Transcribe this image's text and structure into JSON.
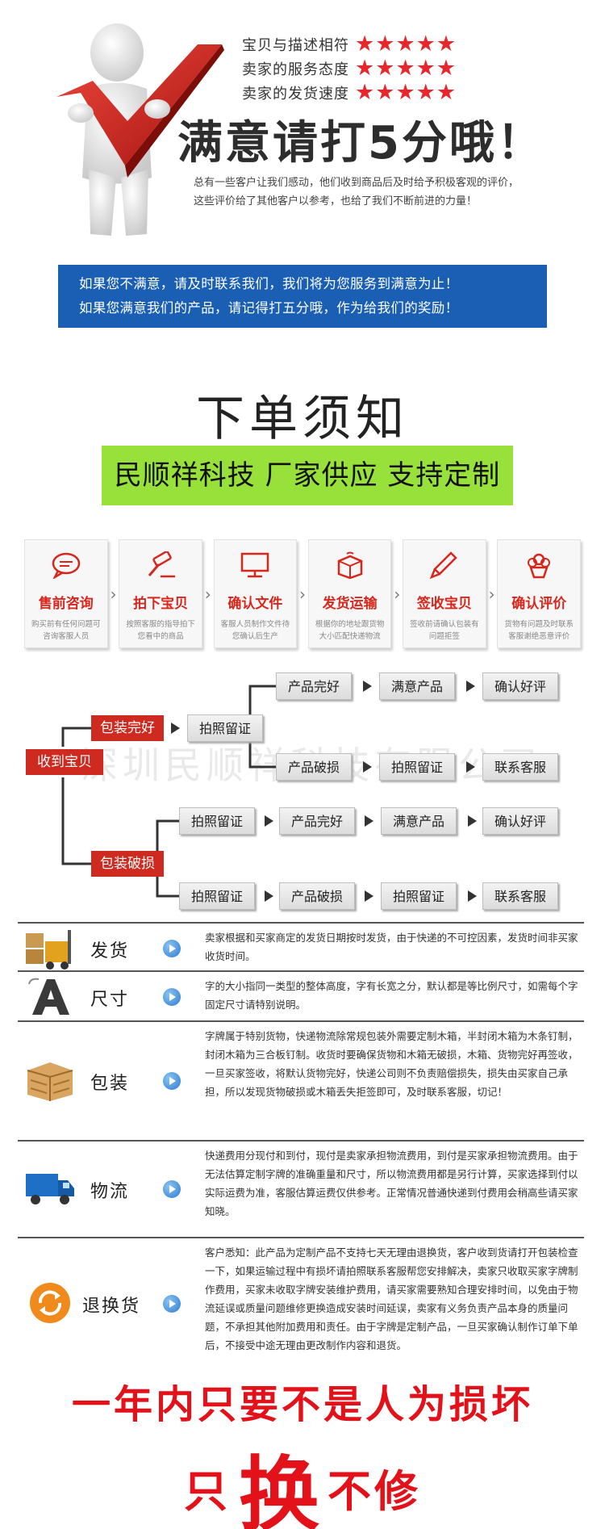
{
  "rating": {
    "rows": [
      {
        "label": "宝贝与描述相符",
        "stars": 5
      },
      {
        "label": "卖家的服务态度",
        "stars": 5
      },
      {
        "label": "卖家的发货速度",
        "stars": 5
      }
    ],
    "title": "满意请打5分哦！",
    "description": "总有一些客户让我们感动，他们收到商品后及时给予积极客观的评价，这些评价给了其他客户以参考，也给了我们不断前进的力量！",
    "star_color": "#e8262b"
  },
  "blue_banner": {
    "line1": "如果您不满意，请及时联系我们，我们将为您服务到满意为止！",
    "line2": "如果您满意我们的产品，请记得打五分哦，作为给我们的奖励！",
    "color": "#1a5fb4"
  },
  "notice": {
    "title": "下单须知",
    "green_banner": "民顺祥科技  厂家供应 支持定制",
    "green_color": "#98e03a"
  },
  "steps": [
    {
      "title": "售前咨询",
      "desc": "购买前有任何问题可咨询客服人员",
      "icon": "chat-bubble-icon"
    },
    {
      "title": "拍下宝贝",
      "desc": "按照客服的指导拍下您看中的商品",
      "icon": "auction-hammer-icon"
    },
    {
      "title": "确认文件",
      "desc": "客服人员制作文件待您确认后生产",
      "icon": "monitor-icon"
    },
    {
      "title": "发货运输",
      "desc": "根据你的地址跟货物大小匹配快递物流",
      "icon": "package-box-icon"
    },
    {
      "title": "签收宝贝",
      "desc": "签收前请确认包装有问题拒签",
      "icon": "pen-sign-icon"
    },
    {
      "title": "确认评价",
      "desc": "货物有问题及时联系客服谢绝恶意评价",
      "icon": "flower-gift-icon"
    }
  ],
  "flow": {
    "root": "收到宝贝",
    "branch_ok": "包装完好",
    "branch_bad": "包装破损",
    "photo": "拍照留证",
    "product_ok": "产品完好",
    "product_bad": "产品破损",
    "satisfied": "满意产品",
    "good_review": "确认好评",
    "contact": "联系客服",
    "watermark": "深圳民顺祥科技有限公司"
  },
  "info": [
    {
      "label": "发货",
      "icon": "forklift-boxes-icon",
      "text": "卖家根据和买家商定的发货日期按时发货，由于快递的不可控因素，发货时间非买家收货时间。"
    },
    {
      "label": "尺寸",
      "icon": "letter-a-icon",
      "text": "字的大小指同一类型的整体高度，字有长宽之分，默认都是等比例尺寸，如需每个字固定尺寸请特别说明。"
    },
    {
      "label": "包装",
      "icon": "wooden-crate-icon",
      "text": "字牌属于特别货物，快递物流除常规包装外需要定制木箱，半封闭木箱为木条钉制，封闭木箱为三合板钉制。收货时要确保货物和木箱无破损，木箱、货物完好再签收，一旦买家签收，将默认货物完好，快递公司则不负责赔偿损失，损失由买家自己承担，所以发现货物破损或木箱丢失拒签即可，及时联系客服，切记！"
    },
    {
      "label": "物流",
      "icon": "delivery-truck-icon",
      "text": "快递费用分现付和到付，现付是卖家承担物流费用，到付是买家承担物流费用。由于无法估算定制字牌的准确重量和尺寸，所以物流费用都是另行计算，买家选择到付以实际运费为准，客服估算运费仅供参考。正常情况普通快递到付费用会稍高些请买家知晓。"
    },
    {
      "label": "退换货",
      "icon": "refresh-circle-icon",
      "text": "客户悉知：此产品为定制产品不支持七天无理由退换货，客户收到货请打开包装检查一下，如果运输过程中有损坏请拍照联系客服帮您安排解决，卖家只收取买家字牌制作费用，买家未收取字牌安装维护费用，请买家需要熟知合理安排时间，以免由于物流延误或质量问题维修更换造成安装时间延误，卖家有义务负责产品本身的质量问题，不承担其他附加费用和责任。由于字牌是定制产品，一旦买家确认制作订单下单后，不接受中途无理由更改制作内容和退货。"
    }
  ],
  "bottom": {
    "line1": "一年内只要不是人为损坏",
    "line2_a": "只",
    "line2_b": "换",
    "line2_c": "不修",
    "color": "#e3121a"
  }
}
